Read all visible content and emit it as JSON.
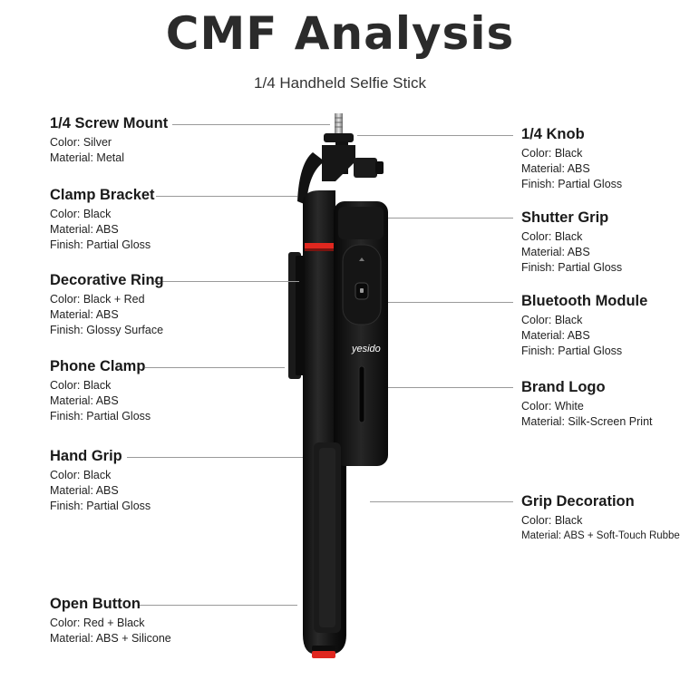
{
  "header": {
    "title": "CMF Analysis",
    "subtitle": "1/4 Handheld Selfie Stick"
  },
  "brand_logo_text": "yesido",
  "left_callouts": [
    {
      "name": "1/4 Screw Mount",
      "lines": [
        "Color:  Silver",
        "Material: Metal"
      ]
    },
    {
      "name": "Clamp Bracket",
      "lines": [
        "Color:  Black",
        "Material:  ABS",
        "Finish: Partial Gloss"
      ]
    },
    {
      "name": "Decorative Ring",
      "lines": [
        "Color:  Black + Red",
        "Material:  ABS",
        "Finish: Glossy Surface"
      ]
    },
    {
      "name": "Phone Clamp",
      "lines": [
        "Color:  Black",
        "Material:  ABS",
        "Finish: Partial Gloss"
      ]
    },
    {
      "name": "Hand Grip",
      "lines": [
        "Color:  Black",
        "Material:  ABS",
        "Finish: Partial Gloss"
      ]
    },
    {
      "name": "Open Button",
      "lines": [
        "Color:  Red + Black",
        "Material:  ABS + Silicone"
      ]
    }
  ],
  "right_callouts": [
    {
      "name": "1/4 Knob",
      "lines": [
        "Color:  Black",
        "Material:  ABS",
        "Finish: Partial Gloss"
      ]
    },
    {
      "name": "Shutter Grip",
      "lines": [
        "Color:  Black",
        "Material:  ABS",
        "Finish: Partial Gloss"
      ]
    },
    {
      "name": "Bluetooth Module",
      "lines": [
        "Color:  Black",
        "Material:  ABS",
        "Finish: Partial Gloss"
      ]
    },
    {
      "name": "Brand Logo",
      "lines": [
        "Color:  White",
        "Material:  Silk-Screen Print"
      ]
    },
    {
      "name": "Grip Decoration",
      "lines": [
        "Color:  Black",
        "Material:  ABS + Soft-Touch Rubber"
      ]
    }
  ],
  "colors": {
    "body_black": "#141414",
    "accent_red": "#e0271f",
    "metal_silver": "#b8b8b8",
    "leader_gray": "#9a9a9a"
  }
}
